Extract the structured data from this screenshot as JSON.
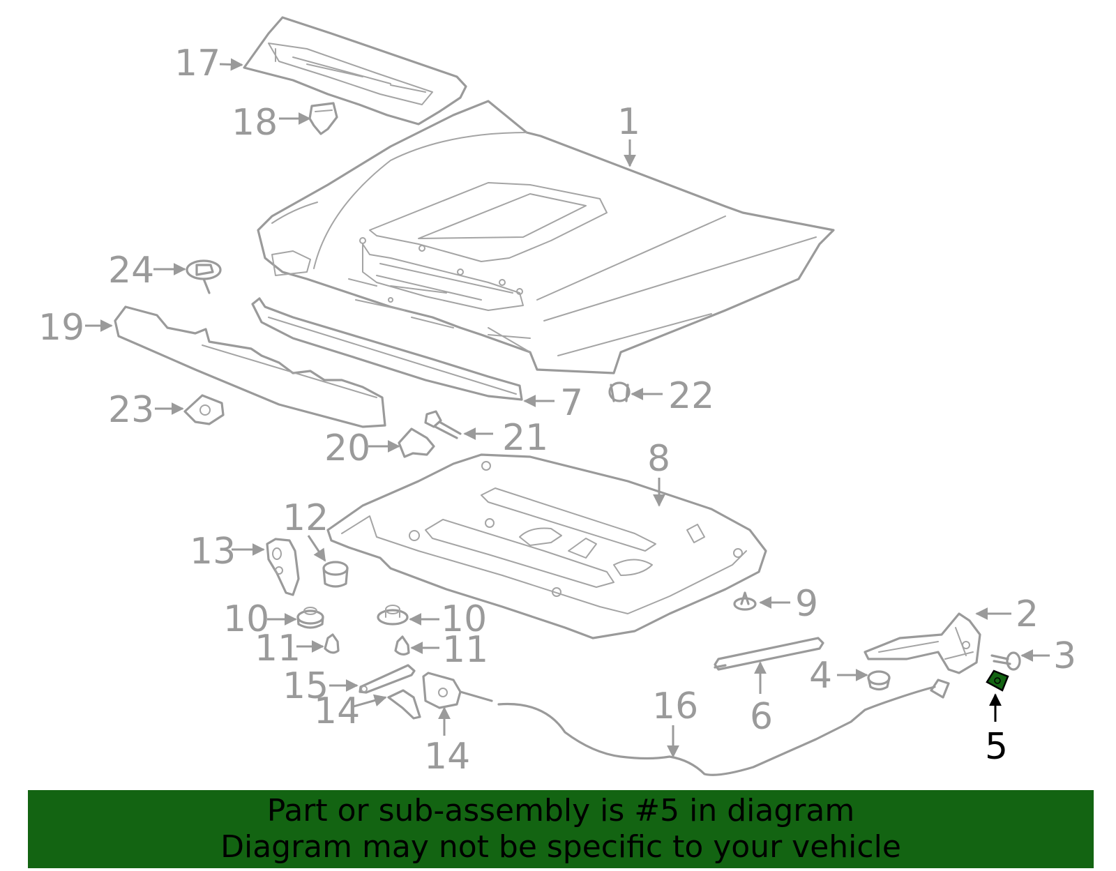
{
  "diagram": {
    "highlight_color": "#136412",
    "line_color": "#9a9a9a",
    "callouts": [
      {
        "id": "1",
        "label": "1"
      },
      {
        "id": "2",
        "label": "2"
      },
      {
        "id": "3",
        "label": "3"
      },
      {
        "id": "4",
        "label": "4"
      },
      {
        "id": "5",
        "label": "5"
      },
      {
        "id": "6",
        "label": "6"
      },
      {
        "id": "7",
        "label": "7"
      },
      {
        "id": "8",
        "label": "8"
      },
      {
        "id": "9",
        "label": "9"
      },
      {
        "id": "10a",
        "label": "10"
      },
      {
        "id": "10b",
        "label": "10"
      },
      {
        "id": "11a",
        "label": "11"
      },
      {
        "id": "11b",
        "label": "11"
      },
      {
        "id": "12",
        "label": "12"
      },
      {
        "id": "13",
        "label": "13"
      },
      {
        "id": "14a",
        "label": "14"
      },
      {
        "id": "14b",
        "label": "14"
      },
      {
        "id": "15",
        "label": "15"
      },
      {
        "id": "16",
        "label": "16"
      },
      {
        "id": "17",
        "label": "17"
      },
      {
        "id": "18",
        "label": "18"
      },
      {
        "id": "19",
        "label": "19"
      },
      {
        "id": "20",
        "label": "20"
      },
      {
        "id": "21",
        "label": "21"
      },
      {
        "id": "22",
        "label": "22"
      },
      {
        "id": "23",
        "label": "23"
      },
      {
        "id": "24",
        "label": "24"
      }
    ]
  },
  "banner": {
    "background": "#136412",
    "line1": "Part or sub-assembly is #5 in diagram",
    "line2": "Diagram may not be specific to your vehicle"
  }
}
